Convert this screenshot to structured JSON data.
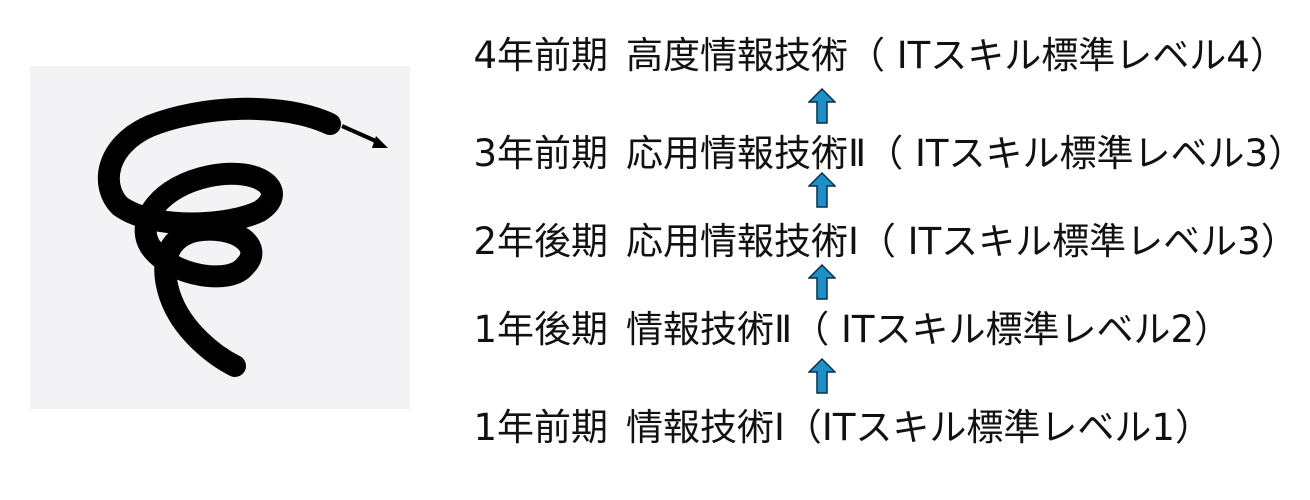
{
  "diagram": {
    "levels": [
      {
        "term": "4年前期",
        "course": "高度情報技術（ ITスキル標準レベル4）"
      },
      {
        "term": "3年前期",
        "course": "応用情報技術Ⅱ（ ITスキル標準レベル3）"
      },
      {
        "term": "2年後期",
        "course": "応用情報技術Ⅰ（ ITスキル標準レベル3）"
      },
      {
        "term": "1年後期",
        "course": "情報技術Ⅱ（ ITスキル標準レベル2）"
      },
      {
        "term": "1年前期",
        "course": "情報技術Ⅰ（ITスキル標準レベル1）"
      }
    ],
    "colors": {
      "arrow_fill": "#1e90c8",
      "arrow_stroke": "#0a2f4a",
      "spiral": "#000000",
      "panel_bg": "#f3f3f5"
    },
    "icons": {
      "spiral": "spiral-icon",
      "up_arrow": "up-arrow-icon"
    }
  }
}
